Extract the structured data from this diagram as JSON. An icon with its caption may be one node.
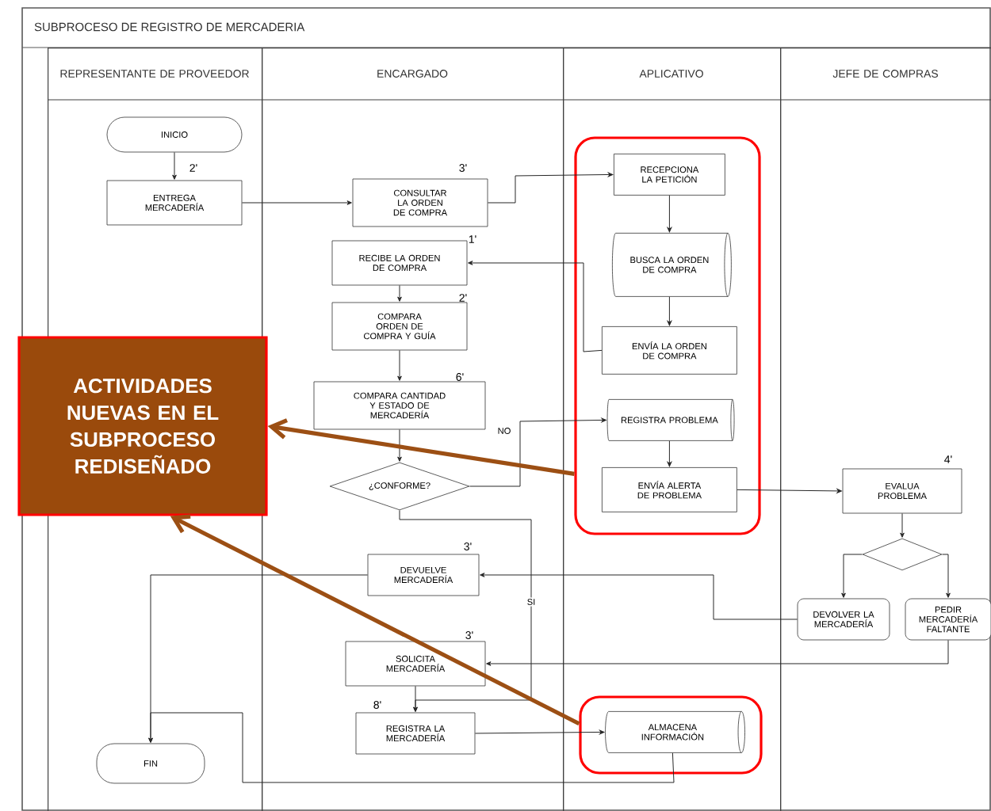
{
  "diagram": {
    "title": "SUBPROCESO DE REGISTRO DE MERCADERIA",
    "nodes": [
      {
        "text": [
          "REPRESENTANTE DE PROVEEDOR"
        ]
      },
      {
        "text": [
          "ENCARGADO"
        ]
      },
      {
        "text": [
          "APLICATIVO"
        ]
      },
      {
        "text": [
          "JEFE DE COMPRAS"
        ]
      },
      {
        "text": [
          "INICIO"
        ],
        "in": 0
      },
      {
        "text": [
          "ENTREGA MERCADERÍA"
        ],
        "in": 0,
        "beside": [
          "2'"
        ]
      },
      {
        "text": [
          "CONSULTAR LA ORDEN DE COMPRA"
        ],
        "in": 1,
        "beside": [
          "3'"
        ]
      },
      {
        "text": [
          "RECIBE LA ORDEN DE COMPRA"
        ],
        "in": 1,
        "beside": [
          "1'"
        ]
      },
      {
        "text": [
          "COMPARA ORDEN DE COMPRA Y GUÍA"
        ],
        "in": 1,
        "beside": [
          "2'"
        ]
      },
      {
        "text": [
          "COMPARA CANTIDAD Y ESTADO DE MERCADERÍA"
        ],
        "in": 1,
        "beside": [
          "6'"
        ]
      },
      {
        "text": [
          "¿CONFORME?"
        ],
        "in": 1
      },
      {
        "text": [
          "DEVUELVE MERCADERÍA"
        ],
        "in": 1,
        "beside": [
          "3'"
        ]
      },
      {
        "text": [
          "SOLICITA MERCADERÍA"
        ],
        "in": 1,
        "beside": [
          "3'"
        ]
      },
      {
        "text": [
          "REGISTRA LA MERCADERÍA"
        ],
        "in": 1,
        "beside": [
          "8'"
        ]
      },
      {
        "text": [
          "FIN"
        ],
        "in": 0
      },
      {
        "text": [],
        "shape": "box",
        "in": 2
      },
      {
        "text": [
          "RECEPCIONA LA PETICIÓN"
        ],
        "in": 15
      },
      {
        "text": [
          "BUSCA LA ORDEN DE COMPRA"
        ],
        "in": 15
      },
      {
        "text": [
          "ENVÍA LA ORDEN DE COMPRA"
        ],
        "in": 15
      },
      {
        "text": [
          "REGISTRA PROBLEMA"
        ],
        "in": 15
      },
      {
        "text": [
          "ENVÍA ALERTA DE PROBLEMA"
        ],
        "in": 15
      },
      {
        "text": [],
        "shape": "box",
        "in": 2
      },
      {
        "text": [
          "ALMACENA INFORMACIÓN"
        ],
        "in": 21
      },
      {
        "text": [
          "EVALUA PROBLEMA"
        ],
        "in": 3,
        "beside": [
          "4'"
        ]
      },
      {
        "text": [],
        "shape": "diamond",
        "in": 3
      },
      {
        "text": [
          "DEVOLVER LA MERCADERÍA"
        ],
        "in": 3
      },
      {
        "text": [
          "PEDIR MERCADERÍA FALTANTE"
        ],
        "in": 3
      },
      {
        "text": [
          "ACTIVIDADES NUEVAS EN EL SUBPROCESO REDISEÑADO"
        ]
      }
    ],
    "edges": [
      {
        "from": 4,
        "to": 5,
        "arrow": "to"
      },
      {
        "from": 5,
        "to": 6,
        "arrow": "to"
      },
      {
        "from": 6,
        "to": 16,
        "arrow": "to"
      },
      {
        "from": 16,
        "to": 17,
        "arrow": "to"
      },
      {
        "from": 17,
        "to": 18,
        "arrow": "to"
      },
      {
        "from": 18,
        "to": 7,
        "arrow": "to"
      },
      {
        "from": 7,
        "to": 8,
        "arrow": "to"
      },
      {
        "from": 8,
        "to": 9,
        "arrow": "to"
      },
      {
        "from": 9,
        "to": 10,
        "arrow": "to"
      },
      {
        "from": 10,
        "to": 19,
        "arrow": "to",
        "label": "NO"
      },
      {
        "from": 10,
        "to": 13,
        "arrow": "to",
        "label": "SI"
      },
      {
        "from": 19,
        "to": 20,
        "arrow": "to"
      },
      {
        "from": 20,
        "to": 23,
        "arrow": "to"
      },
      {
        "from": 23,
        "to": 24,
        "arrow": "to"
      },
      {
        "from": 24,
        "to": 25,
        "arrow": "to"
      },
      {
        "from": 24,
        "to": 26,
        "arrow": "to"
      },
      {
        "from": 25,
        "to": 11,
        "arrow": "to"
      },
      {
        "from": 26,
        "to": 12,
        "arrow": "to"
      },
      {
        "from": 11,
        "to": 14,
        "arrow": "to"
      },
      {
        "from": 12,
        "to": 13,
        "arrow": "to"
      },
      {
        "from": 13,
        "to": 22,
        "arrow": "to"
      },
      {
        "from": 22,
        "to": 14,
        "arrow": "to"
      },
      {
        "from": 15,
        "to": 27,
        "arrow": "to",
        "style": "thick",
        "color": "#9c4f14"
      },
      {
        "from": 21,
        "to": 27,
        "arrow": "to",
        "style": "thick",
        "color": "#9c4f14"
      }
    ]
  }
}
